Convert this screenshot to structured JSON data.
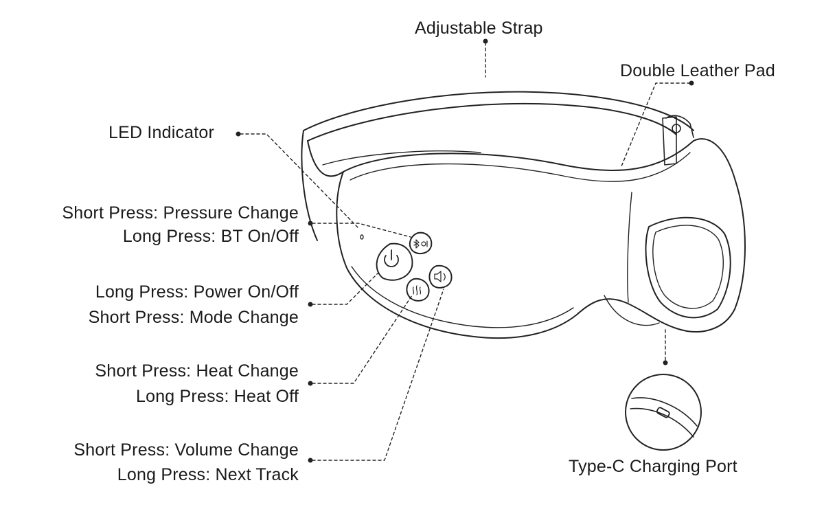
{
  "labels": {
    "adjustable_strap": "Adjustable Strap",
    "double_leather_pad": "Double Leather Pad",
    "led_indicator": "LED Indicator",
    "pressure_short": "Short Press: Pressure Change",
    "pressure_long": "Long Press: BT On/Off",
    "power_long": "Long Press: Power On/Off",
    "power_short": "Short Press: Mode Change",
    "heat_short": "Short Press: Heat Change",
    "heat_long": "Long Press: Heat Off",
    "volume_short": "Short Press: Volume Change",
    "volume_long": "Long Press: Next Track",
    "type_c_port": "Type-C Charging Port"
  },
  "icons": [
    "power-icon",
    "bluetooth-pressure-icon",
    "heat-icon",
    "volume-icon"
  ],
  "colors": {
    "line": "#222222",
    "background": "#ffffff"
  }
}
